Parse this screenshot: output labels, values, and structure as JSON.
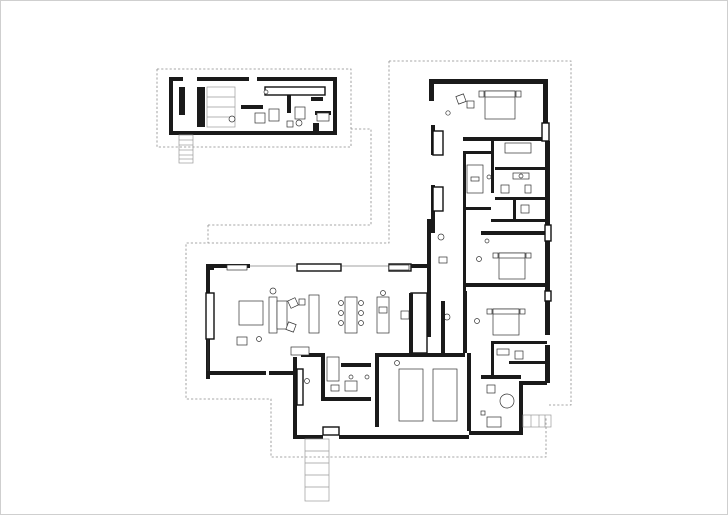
{
  "drawing": {
    "kind": "floor-plan",
    "view": "plan",
    "colors": {
      "background": "#ffffff",
      "walls": "#111111",
      "site_outline": "#8a8a8a",
      "sheet_border": "#cfcfcf"
    },
    "wings": [
      "annex",
      "bedroom-wing",
      "living-wing",
      "service-wing"
    ],
    "bedrooms_shown": 3,
    "beds_shown": 4,
    "text_labels_shown": 0
  }
}
